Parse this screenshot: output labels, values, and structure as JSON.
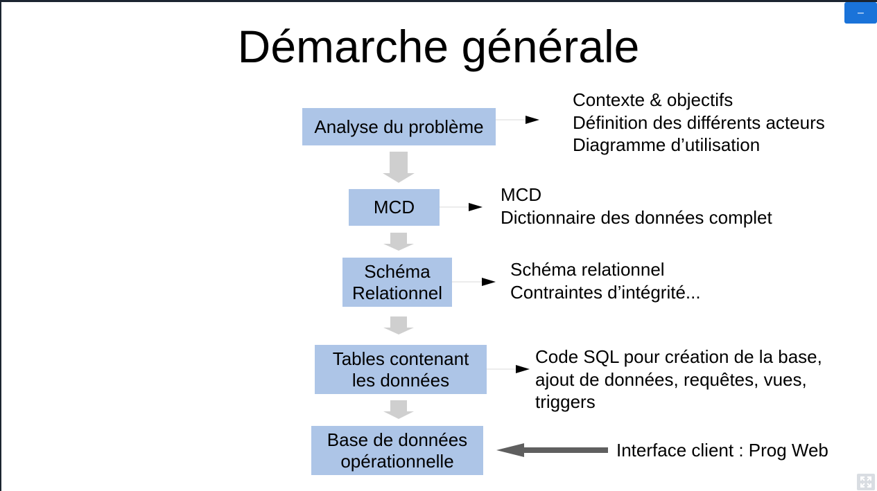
{
  "slide": {
    "title": "Démarche générale"
  },
  "window": {
    "minimize_label": "–"
  },
  "steps": [
    {
      "id": "analyse",
      "label": "Analyse du problème"
    },
    {
      "id": "mcd",
      "label": "MCD"
    },
    {
      "id": "schema",
      "label": "Schéma\nRelationnel"
    },
    {
      "id": "tables",
      "label": "Tables contenant\nles données"
    },
    {
      "id": "base",
      "label": "Base de données\nopérationnelle"
    }
  ],
  "notes": {
    "analyse": [
      "Contexte & objectifs",
      "Définition des différents acteurs",
      "Diagramme d’utilisation"
    ],
    "mcd": [
      "MCD",
      "Dictionnaire des données complet"
    ],
    "schema": [
      "Schéma relationnel",
      "Contraintes d’intégrité..."
    ],
    "tables": [
      "Code SQL pour création de la base,",
      "ajout de données, requêtes, vues,",
      "triggers"
    ],
    "base": [
      "Interface client : Prog Web"
    ]
  },
  "colors": {
    "box_fill": "#adc5e7",
    "down_arrow": "#cfcfcf",
    "side_arrow": "#000000",
    "input_arrow": "#5f5f5f",
    "minimize_button": "#1a73d9"
  }
}
